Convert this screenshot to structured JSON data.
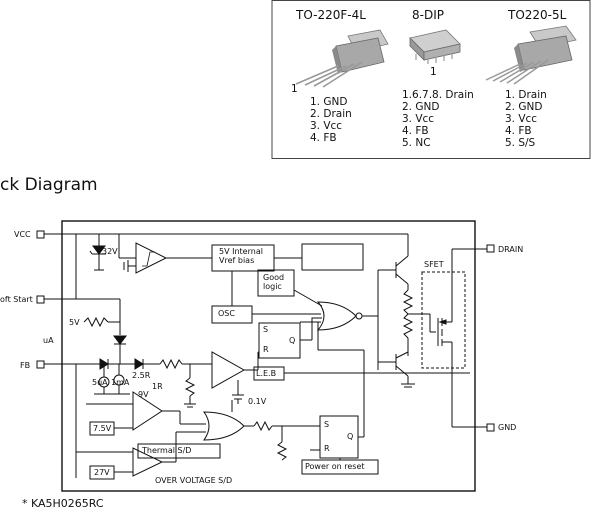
{
  "packages": [
    {
      "title": "TO-220F-4L",
      "marker": "1",
      "pins": [
        "1. GND",
        "2. Drain",
        "3. Vcc",
        "4. FB"
      ]
    },
    {
      "title": "8-DIP",
      "marker": "1",
      "pins": [
        "1.6.7.8. Drain",
        "2. GND",
        "3. Vcc",
        "4. FB",
        "5. NC"
      ]
    },
    {
      "title": "TO220-5L",
      "marker": "",
      "pins": [
        "1. Drain",
        "2. GND",
        "3. Vcc",
        "4. FB",
        "5. S/S"
      ]
    }
  ],
  "section_title": "ck Diagram",
  "footnote": "* KA5H0265RC",
  "diagram": {
    "left_pins": {
      "vcc": "VCC",
      "soft_start": "oft Start",
      "fb": "FB"
    },
    "right_pins": {
      "drain": "DRAIN",
      "gnd": "GND"
    },
    "blocks": {
      "vref": "5V Internal\nVref bias",
      "good_logic": "Good\nlogic",
      "osc": "OSC",
      "leb": "L.E.B",
      "sr1_s": "S",
      "sr1_r": "R",
      "sr1_q": "Q",
      "sr2_s": "S",
      "sr2_r": "R",
      "sr2_q": "Q",
      "power_on_reset": "Power on reset",
      "thermal": "Thermal S/D",
      "ovp": "OVER VOLTAGE S/D",
      "sfet": "SFET"
    },
    "labels": {
      "v32": "32V",
      "v5": "5V",
      "ua": "uA",
      "r25": "2.5R",
      "r1": "1R",
      "i5ua": "5uA",
      "i1ma": "1mA",
      "v9": "9V",
      "v01": "0.1V",
      "v75": "7.5V",
      "v27": "27V"
    }
  }
}
